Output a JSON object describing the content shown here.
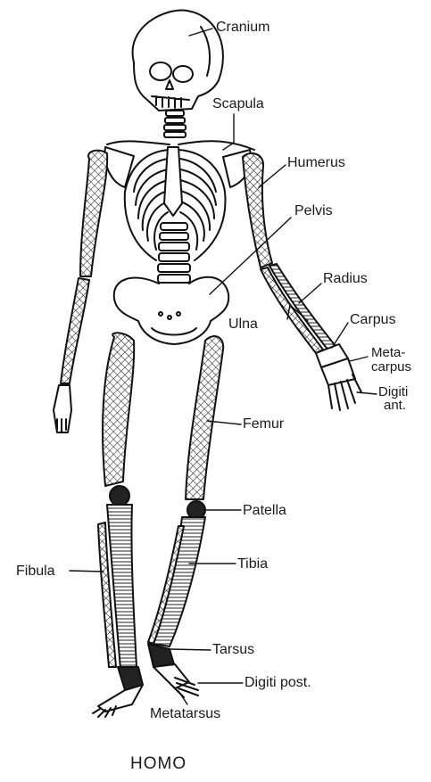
{
  "labels": {
    "cranium": "Cranium",
    "scapula": "Scapula",
    "humerus": "Humerus",
    "pelvis": "Pelvis",
    "radius": "Radius",
    "ulna": "Ulna",
    "carpus": "Carpus",
    "metacarpus_1": "Meta-",
    "metacarpus_2": "carpus",
    "digiti_ant_1": "Digiti",
    "digiti_ant_2": "ant.",
    "femur": "Femur",
    "patella": "Patella",
    "fibula": "Fibula",
    "tibia": "Tibia",
    "tarsus": "Tarsus",
    "digiti_post": "Digiti post.",
    "metatarsus": "Metatarsus"
  },
  "caption": "HOMO"
}
